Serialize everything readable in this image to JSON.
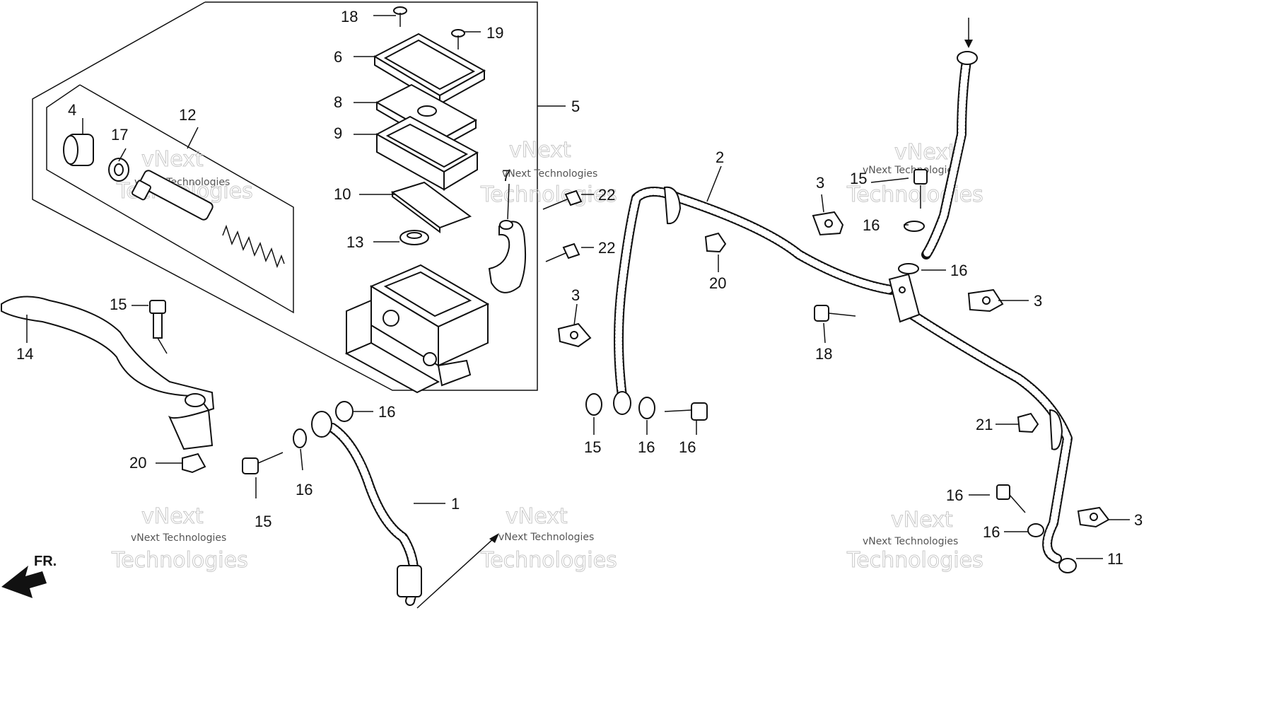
{
  "watermark": {
    "company": "vNext Technologies",
    "technologies": "Technologies",
    "vnext": "vNext"
  },
  "front_indicator": "FR.",
  "callouts": [
    {
      "id": "c1",
      "text": "1"
    },
    {
      "id": "c2",
      "text": "2"
    },
    {
      "id": "c3a",
      "text": "3"
    },
    {
      "id": "c3b",
      "text": "3"
    },
    {
      "id": "c3c",
      "text": "3"
    },
    {
      "id": "c3d",
      "text": "3"
    },
    {
      "id": "c4",
      "text": "4"
    },
    {
      "id": "c5",
      "text": "5"
    },
    {
      "id": "c6",
      "text": "6"
    },
    {
      "id": "c7",
      "text": "7"
    },
    {
      "id": "c8",
      "text": "8"
    },
    {
      "id": "c9",
      "text": "9"
    },
    {
      "id": "c10",
      "text": "10"
    },
    {
      "id": "c11",
      "text": "11"
    },
    {
      "id": "c12",
      "text": "12"
    },
    {
      "id": "c13",
      "text": "13"
    },
    {
      "id": "c14",
      "text": "14"
    },
    {
      "id": "c15a",
      "text": "15"
    },
    {
      "id": "c15b",
      "text": "15"
    },
    {
      "id": "c15c",
      "text": "15"
    },
    {
      "id": "c15d",
      "text": "15"
    },
    {
      "id": "c16a",
      "text": "16"
    },
    {
      "id": "c16b",
      "text": "16"
    },
    {
      "id": "c16c",
      "text": "16"
    },
    {
      "id": "c16d",
      "text": "16"
    },
    {
      "id": "c16e",
      "text": "16"
    },
    {
      "id": "c16f",
      "text": "16"
    },
    {
      "id": "c16g",
      "text": "16"
    },
    {
      "id": "c16h",
      "text": "16"
    },
    {
      "id": "c17",
      "text": "17"
    },
    {
      "id": "c18a",
      "text": "18"
    },
    {
      "id": "c18b",
      "text": "18"
    },
    {
      "id": "c19",
      "text": "19"
    },
    {
      "id": "c20a",
      "text": "20"
    },
    {
      "id": "c20b",
      "text": "20"
    },
    {
      "id": "c21",
      "text": "21"
    },
    {
      "id": "c22a",
      "text": "22"
    },
    {
      "id": "c22b",
      "text": "22"
    }
  ]
}
